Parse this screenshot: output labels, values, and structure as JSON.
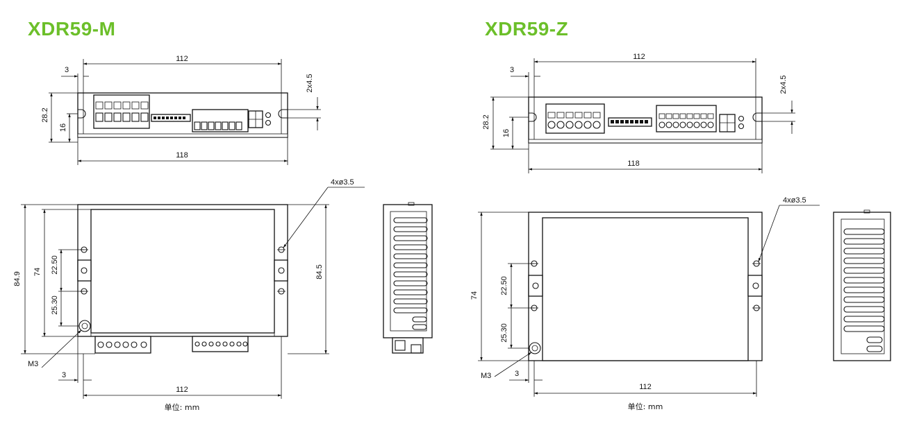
{
  "models": {
    "m": {
      "title": "XDR59-M",
      "front": {
        "width": "112",
        "width_total": "118",
        "offset": "3",
        "height": "28.2",
        "slot_height": "16",
        "slot_size": "2x4.5"
      },
      "top": {
        "height_total": "84.9",
        "height": "74",
        "height_holes": "84.5",
        "hole_gap_upper": "22.50",
        "hole_gap_lower": "25.30",
        "holes": "4xø3.5",
        "screw": "M3",
        "offset": "3",
        "width": "112"
      },
      "unit": "单位: mm"
    },
    "z": {
      "title": "XDR59-Z",
      "front": {
        "width": "112",
        "width_total": "118",
        "offset": "3",
        "height": "28.2",
        "slot_height": "16",
        "slot_size": "2x4.5"
      },
      "top": {
        "height": "74",
        "hole_gap_upper": "22.50",
        "hole_gap_lower": "25.30",
        "holes": "4xø3.5",
        "screw": "M3",
        "offset": "3",
        "width": "112"
      },
      "unit": "单位: mm"
    }
  }
}
